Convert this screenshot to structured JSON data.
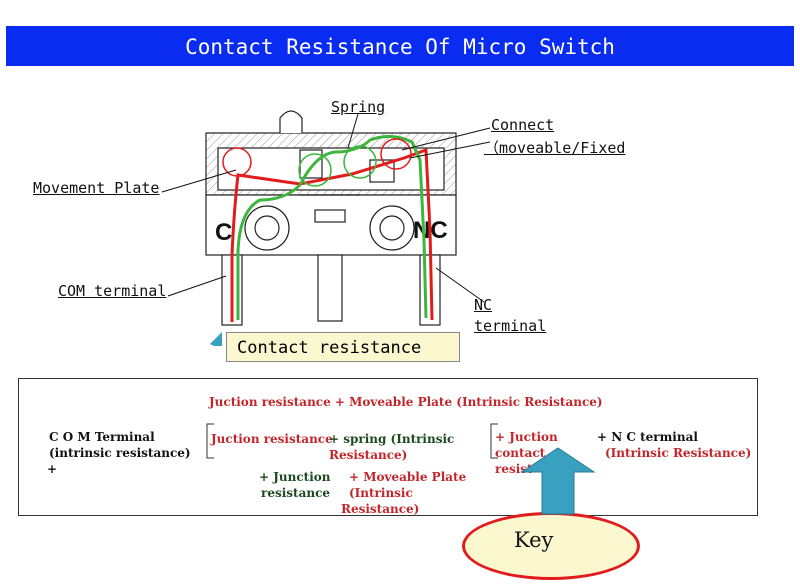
{
  "title": "Contact Resistance Of Micro Switch",
  "labels": {
    "spring": "Spring",
    "connect": "Connect",
    "moveable_fixed": "（moveable/Fixed",
    "movement_plate": "Movement Plate",
    "com_terminal": "COM terminal",
    "nc_line1": "NC",
    "nc_line2": "terminal",
    "c_mark": "C",
    "nc_mark": "NC"
  },
  "contact_resistance": "Contact resistance",
  "summary": {
    "top": "Juction resistance + Moveable Plate (Intrinsic Resistance)",
    "com_line1": "C O M Terminal",
    "com_line2": "(intrinsic resistance)",
    "com_plus": "+",
    "jr_label": "Juction resistance",
    "spring_line1": "+ spring (Intrinsic",
    "spring_line2": "Resistance)",
    "jc_line1": "+ Juction",
    "jc_line2": "contact",
    "jc_line3": "resist",
    "nc_line1": "+ N C  terminal",
    "nc_line2": "(Intrinsic Resistance)",
    "junc_line1": "+ Junction",
    "junc_line2": "resistance",
    "mp_line1": "+ Moveable Plate",
    "mp_line2": "(Intrinsic",
    "mp_line3": "Resistance)"
  },
  "key": "Key",
  "colors": {
    "title_bar": "#0a2bf0",
    "red_path": "#e21c1c",
    "green_path": "#3cb63c",
    "arrow": "#3aa0c0",
    "note_bg": "#fbf7cf"
  }
}
